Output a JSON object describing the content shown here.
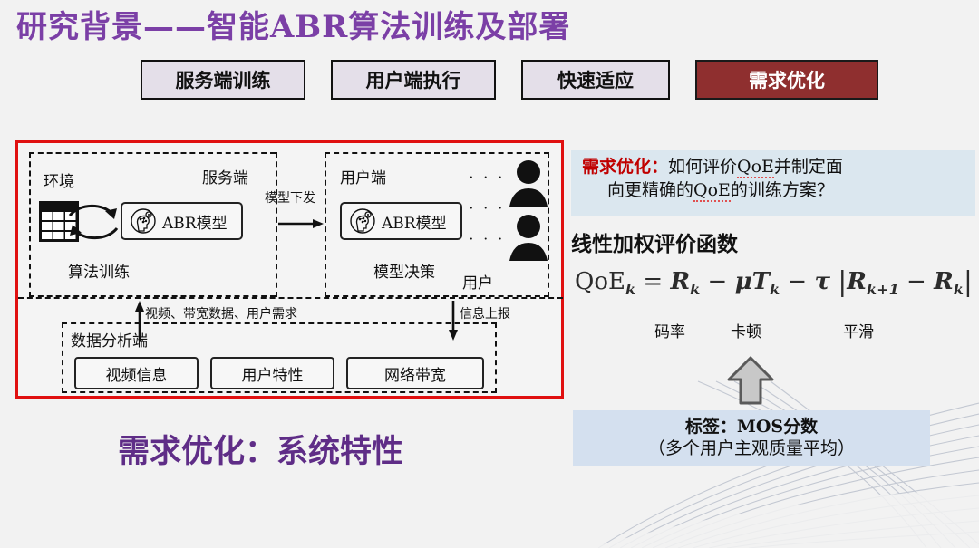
{
  "slide": {
    "title": "研究背景——智能ABR算法训练及部署",
    "title_color": "#7b3fa6",
    "background": "#f2f2f2"
  },
  "chips": [
    {
      "label": "服务端训练",
      "active": false
    },
    {
      "label": "用户端执行",
      "active": false
    },
    {
      "label": "快速适应",
      "active": false
    },
    {
      "label": "需求优化",
      "active": true,
      "fill": "#8f2f2f",
      "text_color": "#ffffff"
    }
  ],
  "diagram": {
    "border_color": "#e01010",
    "labels": {
      "environment": "环境",
      "server": "服务端",
      "client": "用户端",
      "algorithm_training": "算法训练",
      "model_decision": "模型决策",
      "user": "用户",
      "model_deploy": "模型下发",
      "info_report": "信息上报",
      "upflow": "视频、带宽数据、用户需求",
      "analysis_end": "数据分析端",
      "dots": "· · ·"
    },
    "model_boxes": [
      {
        "label": "ABR模型",
        "icon": "brain-gear-icon"
      },
      {
        "label": "ABR模型",
        "icon": "brain-gear-icon"
      }
    ],
    "analysis_items": [
      "视频信息",
      "用户特性",
      "网络带宽"
    ]
  },
  "question_box": {
    "fill": "#dbe7ef",
    "prefix": "需求优化：",
    "prefix_color": "#c00000",
    "line1_a": "如何评价",
    "line1_qoe": "QoE",
    "line1_b": "并制定面",
    "line2_a": "向更精确的",
    "line2_qoe": "QoE",
    "line2_b": "的训练方案？"
  },
  "formula_section": {
    "heading": "线性加权评价函数",
    "formula_plain": "QoE_k = R_k − μT_k − τ|R_{k+1} − R_k|",
    "lhs": "QoE",
    "lhs_sub": "k",
    "eq": "=",
    "term_bitrate": "R",
    "term_bitrate_sub": "k",
    "minus1": "−",
    "mu": "μ",
    "term_rebuf": "T",
    "term_rebuf_sub": "k",
    "minus2": "−",
    "tau": "τ",
    "abs_open": "|",
    "term_next": "R",
    "term_next_sub": "k+1",
    "minus3": "−",
    "term_cur": "R",
    "term_cur_sub": "k",
    "abs_close": "|",
    "annotations": [
      "码率",
      "卡顿",
      "平滑"
    ]
  },
  "mos_box": {
    "fill": "#d4e0ef",
    "line1": "标签：MOS分数",
    "line2": "（多个用户主观质量平均）"
  },
  "footer": {
    "headline": "需求优化：系统特性",
    "headline_color": "#5f2d87"
  }
}
